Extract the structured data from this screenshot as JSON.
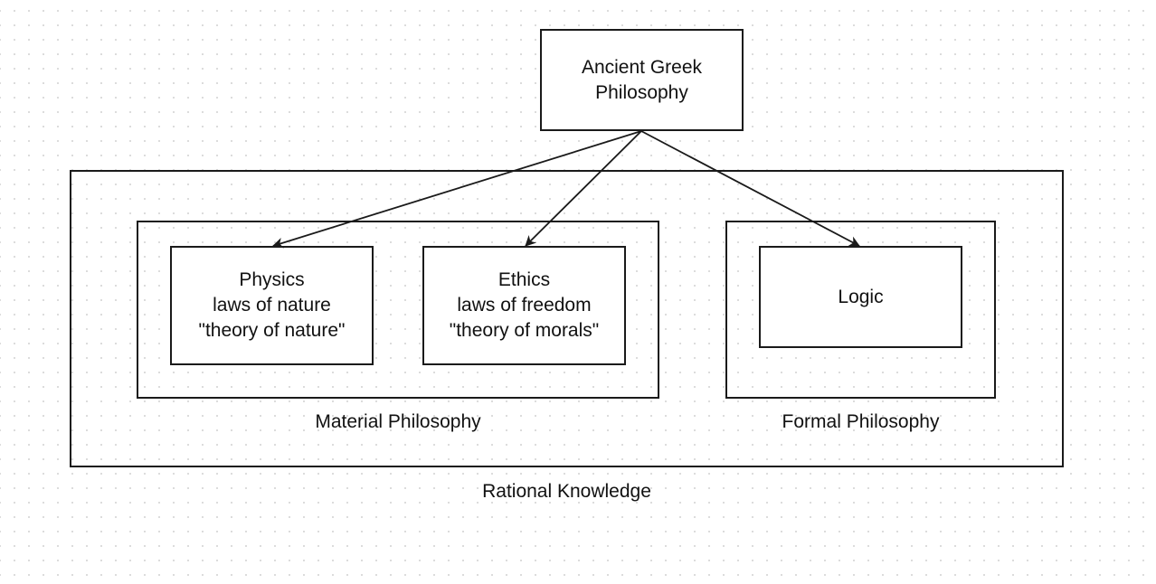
{
  "root": {
    "lines": [
      "Ancient Greek",
      "Philosophy"
    ]
  },
  "groups": {
    "rational": {
      "caption": "Rational Knowledge"
    },
    "material": {
      "caption": "Material Philosophy"
    },
    "formal": {
      "caption": "Formal Philosophy"
    }
  },
  "nodes": {
    "physics": {
      "lines": [
        "Physics",
        "laws of nature",
        "\"theory of nature\""
      ]
    },
    "ethics": {
      "lines": [
        "Ethics",
        "laws of freedom",
        "\"theory of morals\""
      ]
    },
    "logic": {
      "lines": [
        "Logic"
      ]
    }
  },
  "edges": [
    {
      "from": "Ancient Greek Philosophy",
      "to": "Physics"
    },
    {
      "from": "Ancient Greek Philosophy",
      "to": "Ethics"
    },
    {
      "from": "Ancient Greek Philosophy",
      "to": "Logic"
    }
  ]
}
